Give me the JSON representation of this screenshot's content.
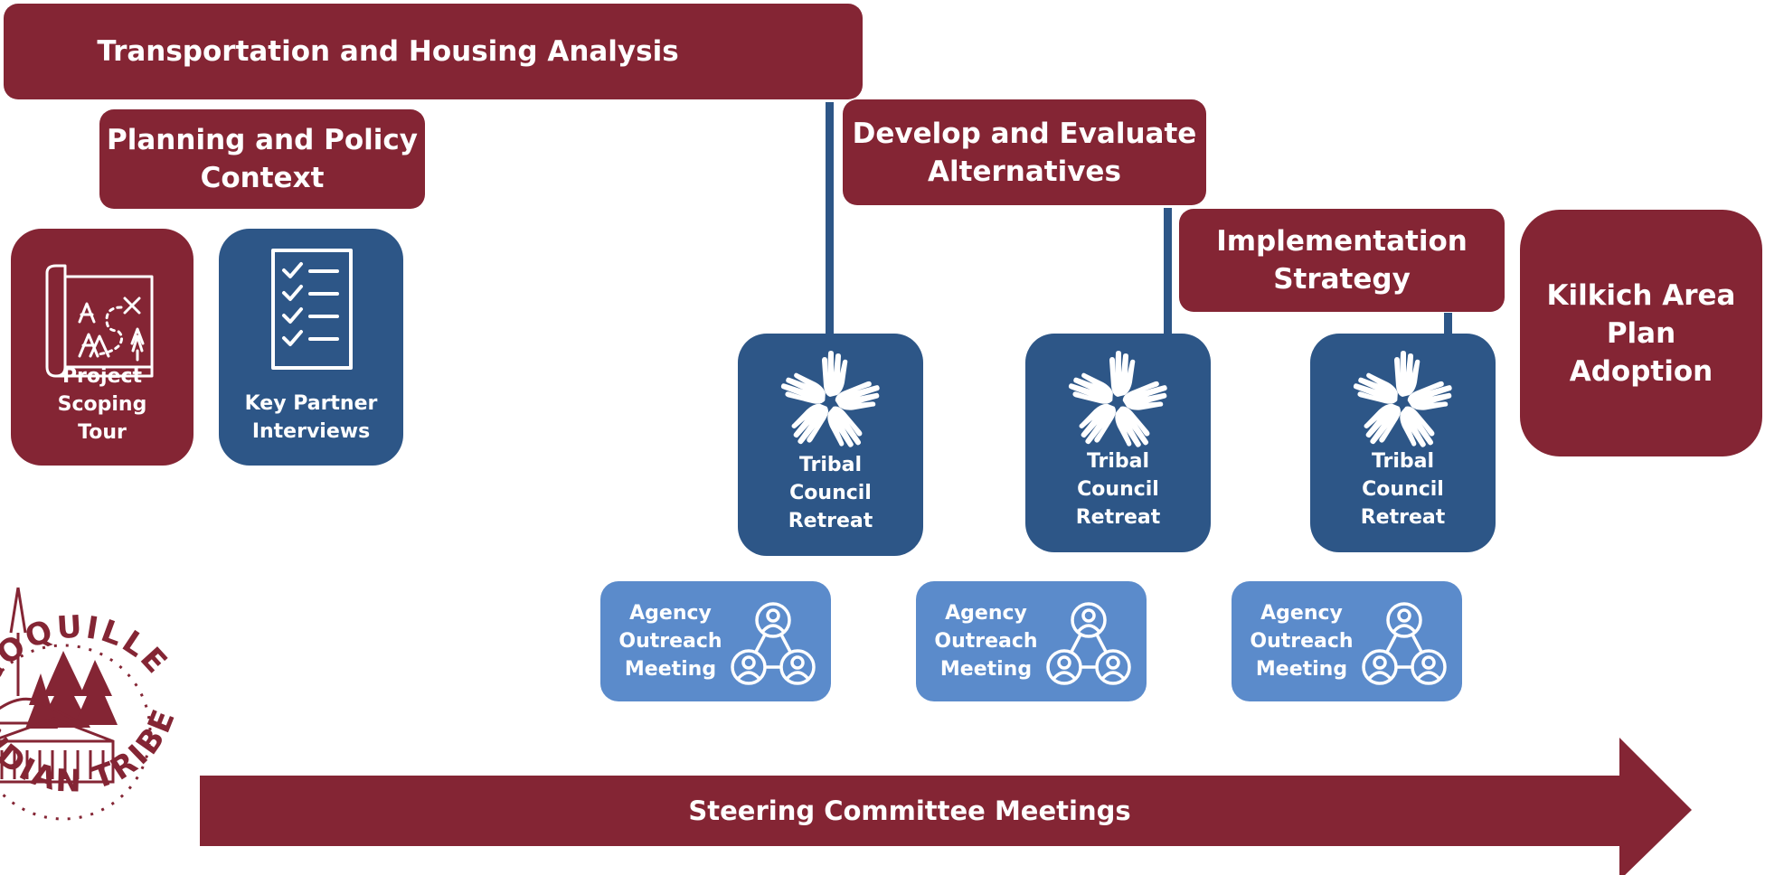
{
  "phases": {
    "analysis": "Transportation and Housing Analysis",
    "policy_line1": "Planning and Policy",
    "policy_line2": "Context",
    "alternatives_line1": "Develop and Evaluate",
    "alternatives_line2": "Alternatives",
    "implementation_line1": "Implementation",
    "implementation_line2": "Strategy",
    "adoption_line1": "Kilkich Area",
    "adoption_line2": "Plan",
    "adoption_line3": "Adoption"
  },
  "activities": {
    "scoping": [
      "Project",
      "Scoping",
      "Tour"
    ],
    "interviews": [
      "Key Partner",
      "Interviews"
    ],
    "retreat": [
      "Tribal",
      "Council",
      "Retreat"
    ],
    "outreach": [
      "Agency",
      "Outreach",
      "Meeting"
    ]
  },
  "timeline": {
    "label": "Steering Committee Meetings"
  },
  "logo": {
    "top_text": "COQUILLE",
    "bottom_text": "INDIAN TRIBE"
  },
  "colors": {
    "maroon": "#842534",
    "navy": "#2d5687",
    "light_blue": "#5b8bcb"
  }
}
